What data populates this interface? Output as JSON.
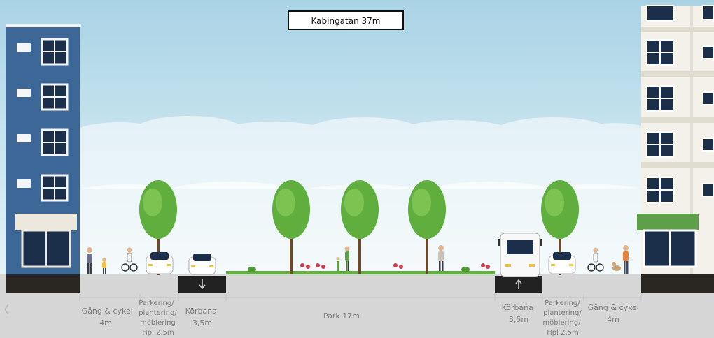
{
  "title": "Kabingatan 37m",
  "segments": [
    {
      "id": "gang-cykel-left",
      "lines": [
        "Gång & cykel",
        "4m"
      ]
    },
    {
      "id": "parkering-left",
      "lines": [
        "Parkering/",
        "plantering/",
        "möblering",
        "Hpl 2.5m"
      ]
    },
    {
      "id": "korbana-left",
      "lines": [
        "Körbana",
        "3,5m"
      ]
    },
    {
      "id": "park",
      "lines": [
        "Park 17m"
      ]
    },
    {
      "id": "korbana-right",
      "lines": [
        "Körbana",
        "3,5m"
      ]
    },
    {
      "id": "parkering-right",
      "lines": [
        "Parkering/",
        "plantering/",
        "möblering/",
        "Hpl 2.5m"
      ]
    },
    {
      "id": "gang-cykel-right",
      "lines": [
        "Gång & cykel",
        "4m"
      ]
    }
  ],
  "colors": {
    "sky": "#bfe0ec",
    "building_left": "#3c6796",
    "building_right": "#f3f1e9",
    "awning_left": "#ece8de",
    "awning_right": "#5ea04a",
    "tree": "#5fae3e",
    "road": "#222222",
    "pavement": "#d6d6d6",
    "grass": "#67b046"
  }
}
